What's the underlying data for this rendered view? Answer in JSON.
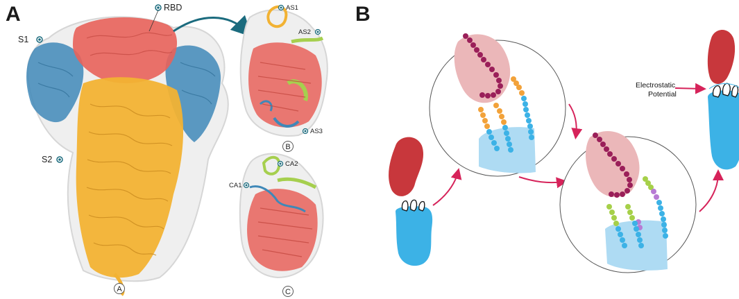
{
  "panel_a": {
    "letter": "A",
    "labels": {
      "rbd": "RBD",
      "s1": "S1",
      "s2": "S2",
      "as1": "AS1",
      "as2": "AS2",
      "as3": "AS3",
      "ca1": "CA1",
      "ca2": "CA2"
    },
    "sub_labels": {
      "a": "A",
      "b": "B",
      "c": "C"
    }
  },
  "panel_b": {
    "letter": "B",
    "note": [
      "Electrostatic",
      "Potential"
    ]
  },
  "colors": {
    "rbd_red": "#e8625a",
    "s1_blue": "#3f88b8",
    "s2_yellow": "#f2b233",
    "green": "#a6cf4e",
    "virus_red": "#c8373c",
    "cell_blue": "#3cb2e6",
    "arrow_teal": "#1b6b7e",
    "arrow_pink": "#d6235a",
    "helix_magenta": "#9a1f59",
    "pink_fill": "#ebb7b9",
    "light_blue_fill": "#aedbf3",
    "orange_bead": "#f2a23a",
    "green_bead": "#a6d049",
    "violet_bead": "#b77bd4"
  }
}
